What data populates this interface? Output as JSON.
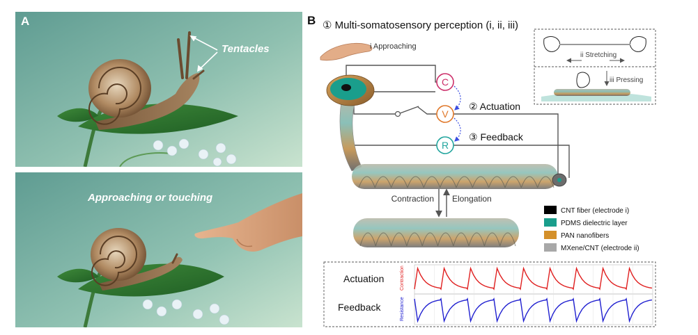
{
  "panel_a": {
    "letter": "A",
    "tentacles_label": "Tentacles",
    "approach_label": "Approaching or touching"
  },
  "panel_b": {
    "letter": "B",
    "heading": "① Multi-somatosensory perception (i, ii, iii)",
    "approaching": "i Approaching",
    "stretching": "ii Stretching",
    "pressing": "iii Pressing",
    "actuation_step": "② Actuation",
    "feedback_step": "③ Feedback",
    "node_c": "C",
    "node_v": "V",
    "node_r": "R",
    "contraction": "Contraction",
    "elongation": "Elongation",
    "legend": [
      {
        "label": "CNT fiber (electrode i)",
        "color": "#000000"
      },
      {
        "label": "PDMS dielectric layer",
        "color": "#1a9e8c"
      },
      {
        "label": "PAN nanofibers",
        "color": "#d4902a"
      },
      {
        "label": "MXene/CNT (electrode ii)",
        "color": "#a8a8a8"
      }
    ],
    "signals": {
      "actuation_label": "Actuation",
      "feedback_label": "Feedback",
      "contraction_axis": "Contraction",
      "resistance_axis": "Resistance"
    }
  },
  "colors": {
    "node_c": "#cc2f6a",
    "node_v": "#e0782a",
    "node_r": "#22a59e",
    "actuation_signal": "#e02020",
    "feedback_signal": "#2020d0"
  }
}
